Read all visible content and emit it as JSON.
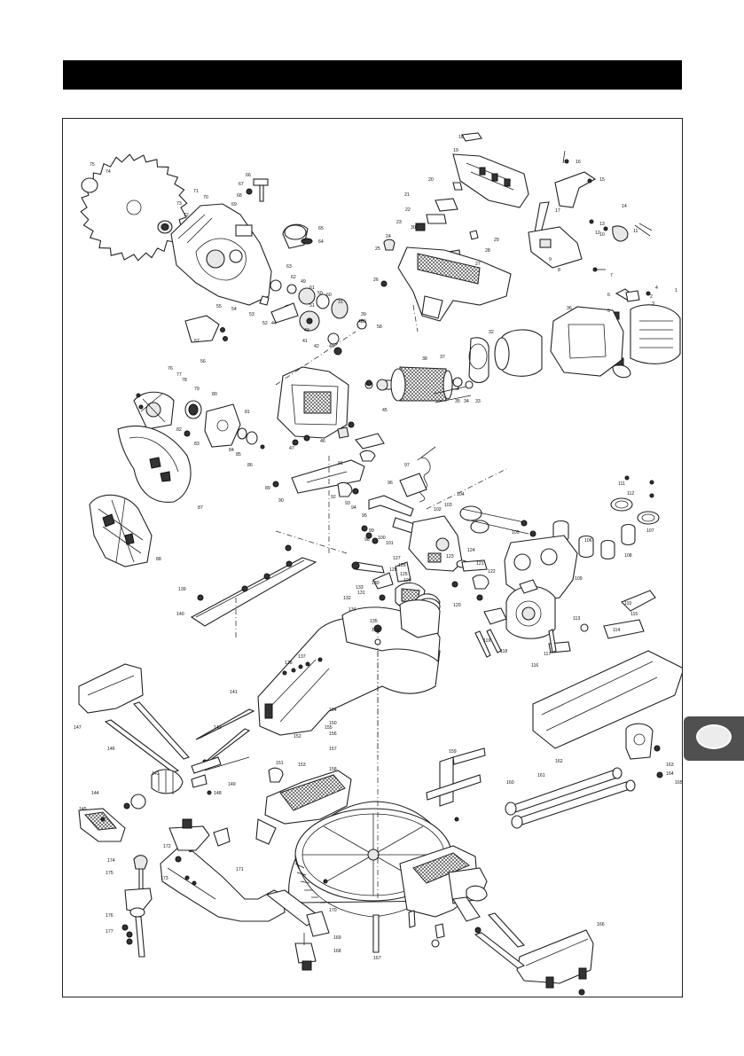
{
  "header": {
    "title": ""
  },
  "side_tab": {
    "label": ""
  },
  "diagram": {
    "part_numbers": [
      "1",
      "2",
      "3",
      "4",
      "5",
      "6",
      "7",
      "8",
      "9",
      "10",
      "11",
      "12",
      "13",
      "14",
      "15",
      "16",
      "17",
      "18",
      "19",
      "20",
      "21",
      "22",
      "23",
      "24",
      "25",
      "26",
      "27",
      "28",
      "29",
      "30",
      "31",
      "32",
      "33",
      "34",
      "35",
      "36",
      "37",
      "38",
      "39",
      "40",
      "41",
      "42",
      "43",
      "44",
      "45",
      "46",
      "47",
      "48",
      "49",
      "50",
      "51",
      "52",
      "53",
      "54",
      "55",
      "56",
      "57",
      "58",
      "59",
      "60",
      "61",
      "62",
      "63",
      "64",
      "65",
      "66",
      "67",
      "68",
      "69",
      "70",
      "71",
      "72",
      "73",
      "74",
      "75",
      "76",
      "77",
      "78",
      "79",
      "80",
      "81",
      "82",
      "83",
      "84",
      "85",
      "86",
      "87",
      "88",
      "89",
      "90",
      "91",
      "92",
      "93",
      "94",
      "95",
      "96",
      "97",
      "98",
      "99",
      "100",
      "101",
      "102",
      "103",
      "104",
      "105",
      "106",
      "107",
      "108",
      "109",
      "110",
      "111",
      "112",
      "113",
      "114",
      "115",
      "116",
      "117",
      "118",
      "119",
      "120",
      "121",
      "122",
      "123",
      "124",
      "125",
      "126",
      "127",
      "128",
      "129",
      "130",
      "131",
      "132",
      "133",
      "134",
      "135",
      "136",
      "137",
      "138",
      "139",
      "140",
      "141",
      "142",
      "143",
      "144",
      "145",
      "146",
      "147",
      "148",
      "149",
      "150",
      "151",
      "152",
      "153",
      "154",
      "155",
      "156",
      "157",
      "158",
      "159",
      "160",
      "161",
      "162",
      "163",
      "164",
      "165",
      "166",
      "167",
      "168",
      "169",
      "170",
      "171",
      "172",
      "173",
      "174",
      "175",
      "176",
      "177"
    ]
  }
}
